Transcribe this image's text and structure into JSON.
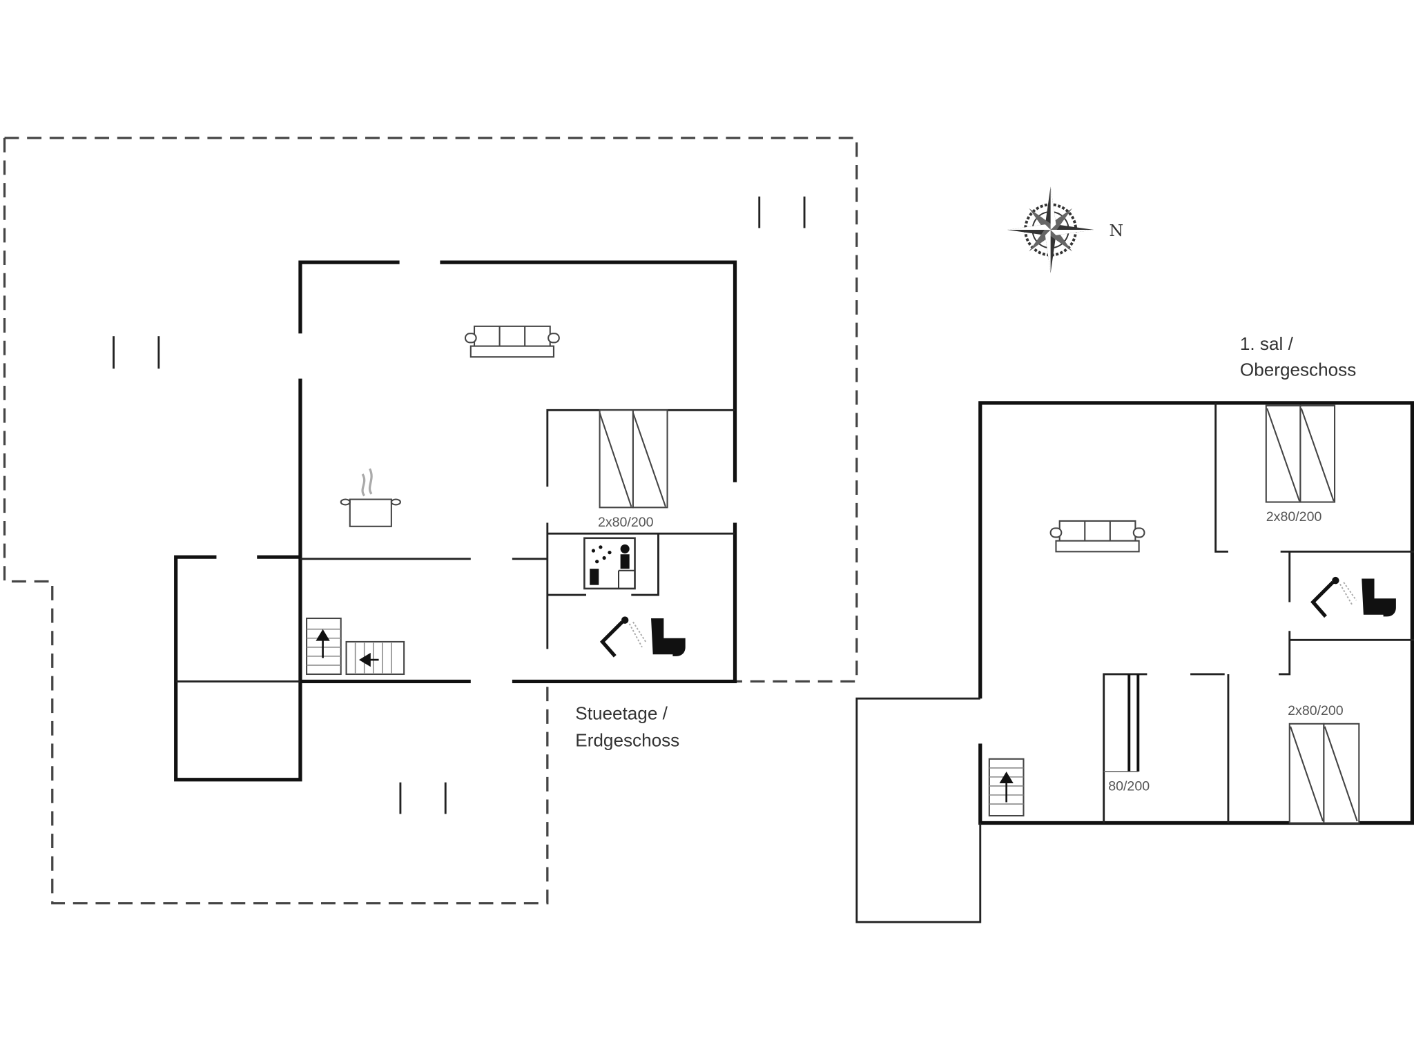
{
  "ground_floor": {
    "label_line1": "Stueetage /",
    "label_line2": "Erdgeschoss",
    "bedroom_bed_size": "2x80/200"
  },
  "upper_floor": {
    "label_line1": "1. sal /",
    "label_line2": "Obergeschoss",
    "bedroom1_bed_size": "2x80/200",
    "bedroom2_bed_size": "2x80/200",
    "single_bed_size": "80/200"
  },
  "compass": {
    "north_label": "N"
  },
  "colors": {
    "walls": "#111111",
    "furniture": "#444444",
    "text": "#333333"
  }
}
